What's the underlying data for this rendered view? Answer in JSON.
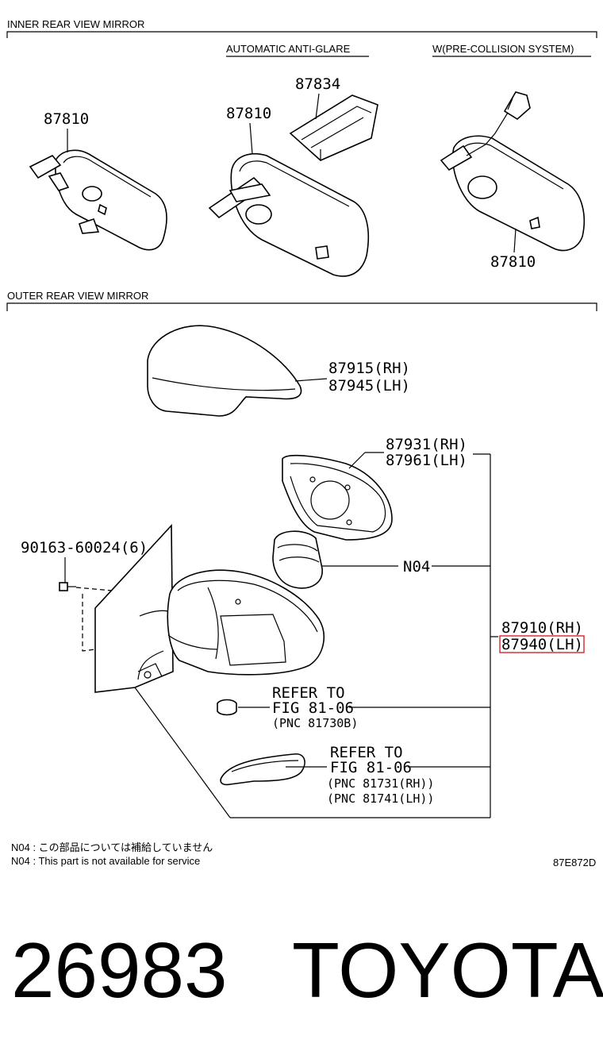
{
  "sections": {
    "inner": "INNER REAR VIEW MIRROR",
    "outer": "OUTER REAR VIEW MIRROR"
  },
  "variants": {
    "anti_glare": "AUTOMATIC ANTI-GLARE",
    "pre_collision": "W(PRE-COLLISION SYSTEM)"
  },
  "inner_parts": {
    "mirror_std": "87810",
    "mirror_auto": "87810",
    "cover": "87834",
    "mirror_pcs": "87810"
  },
  "outer_parts": {
    "cover_rh": "87915(RH)",
    "cover_lh": "87945(LH)",
    "glass_rh": "87931(RH)",
    "glass_lh": "87961(LH)",
    "screw": "90163-60024(6)",
    "motor": "N04",
    "assy_rh": "87910(RH)",
    "assy_lh": "87940(LH)"
  },
  "refs": {
    "lamp_l1": "REFER TO",
    "lamp_l2": "FIG 81-06",
    "lamp_l3": "(PNC 81730B)",
    "turn_l1": "REFER TO",
    "turn_l2": "FIG 81-06",
    "turn_l3": "(PNC 81731(RH))",
    "turn_l4": "(PNC 81741(LH))"
  },
  "notes": {
    "jp": "N04 : この部品については補給していません",
    "en": "N04 : This part is not available for service"
  },
  "figure_code": "87E872D",
  "footer": {
    "number": "26983",
    "brand": "TOYOTA"
  },
  "colors": {
    "highlight": "#d8232a"
  }
}
